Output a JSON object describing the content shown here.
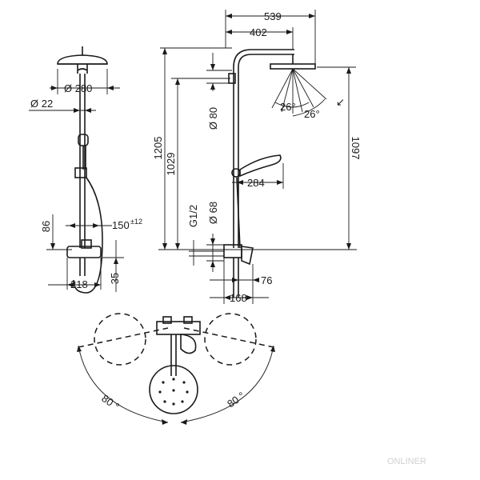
{
  "dimensions": {
    "d280": "Ø 280",
    "d22": "Ø 22",
    "v86": "86",
    "v150": "150",
    "v150_tol": "±12",
    "v218": "218",
    "v35": "35",
    "v539": "539",
    "v402": "402",
    "v1205": "1205",
    "v1029": "1029",
    "d80": "Ø 80",
    "a26_left": "26°",
    "a26_right": "26°",
    "v284": "284",
    "v1097": "1097",
    "g12": "G1/2",
    "d68": "Ø 68",
    "v76": "76",
    "v168": "168",
    "angle_left": "80 °",
    "angle_right": "80 °"
  },
  "watermark": "ONLINER"
}
